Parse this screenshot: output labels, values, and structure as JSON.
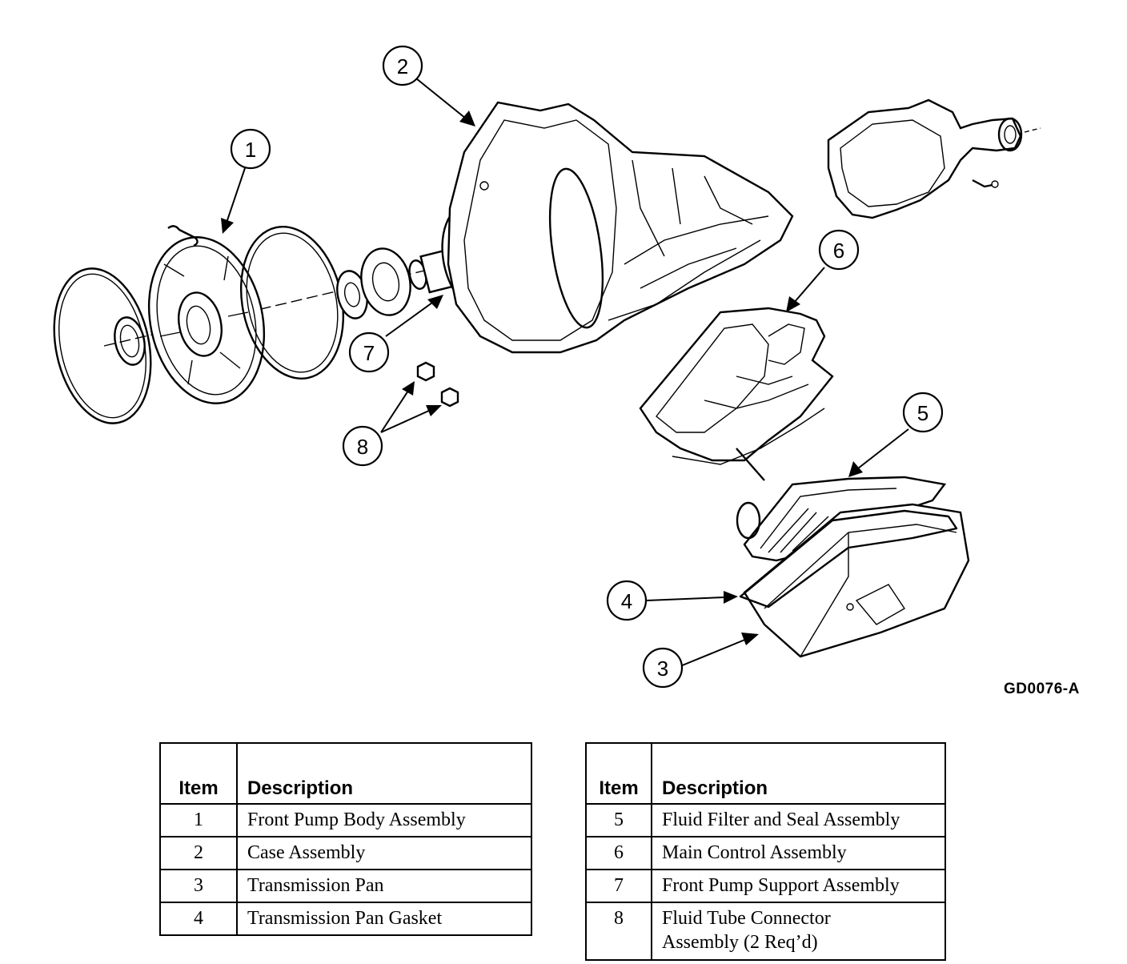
{
  "diagram": {
    "drawing_code": "GD0076-A",
    "callouts": [
      {
        "number": "1",
        "description": "Front Pump Body Assembly"
      },
      {
        "number": "2",
        "description": "Case Assembly"
      },
      {
        "number": "3",
        "description": "Transmission Pan"
      },
      {
        "number": "4",
        "description": "Transmission Pan Gasket"
      },
      {
        "number": "5",
        "description": "Fluid Filter and Seal Assembly"
      },
      {
        "number": "6",
        "description": "Main Control Assembly"
      },
      {
        "number": "7",
        "description": "Front Pump Support Assembly"
      },
      {
        "number": "8",
        "description": "Fluid Tube Connector Assembly (2 Req’d)"
      }
    ]
  },
  "legend": {
    "headers": {
      "item": "Item",
      "description": "Description"
    },
    "left_rows": [
      {
        "item": "1",
        "description": "Front Pump Body Assembly"
      },
      {
        "item": "2",
        "description": "Case Assembly"
      },
      {
        "item": "3",
        "description": "Transmission Pan"
      },
      {
        "item": "4",
        "description": "Transmission Pan Gasket"
      }
    ],
    "right_rows": [
      {
        "item": "5",
        "description": "Fluid Filter and Seal Assembly"
      },
      {
        "item": "6",
        "description": "Main Control Assembly"
      },
      {
        "item": "7",
        "description": "Front Pump Support Assembly"
      },
      {
        "item": "8",
        "description_line1": "Fluid Tube Connector",
        "description_line2": "Assembly (2 Req’d)"
      }
    ]
  }
}
